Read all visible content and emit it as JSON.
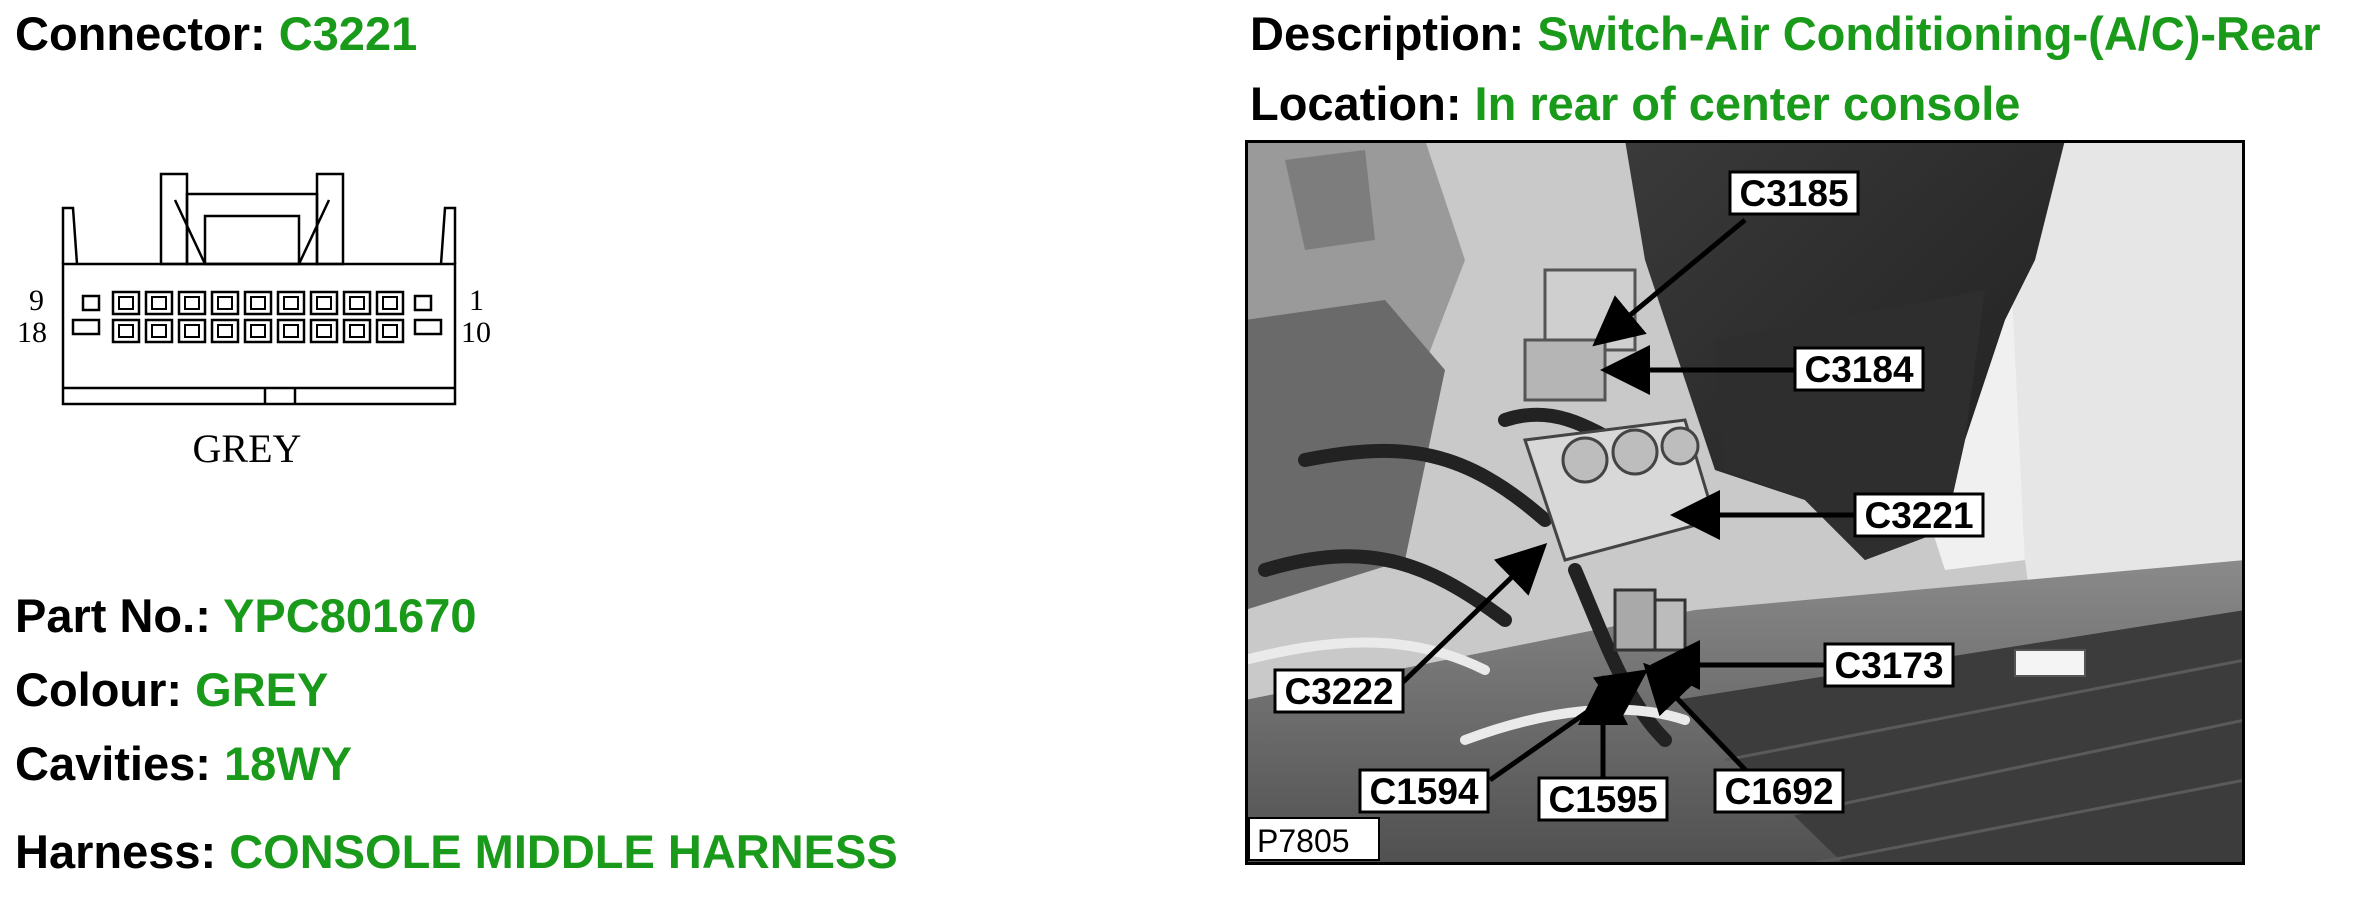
{
  "connector": {
    "label": "Connector:",
    "value": "C3221"
  },
  "description": {
    "label": "Description:",
    "value": "Switch-Air Conditioning-(A/C)-Rear"
  },
  "location": {
    "label": "Location:",
    "value": "In rear of center console"
  },
  "diagram": {
    "color_label": "GREY",
    "pin_top_left": "9",
    "pin_bottom_left": "18",
    "pin_top_right": "1",
    "pin_bottom_right": "10"
  },
  "details": {
    "part_no": {
      "label": "Part No.:",
      "value": "YPC801670"
    },
    "colour": {
      "label": "Colour:",
      "value": "GREY"
    },
    "cavities": {
      "label": "Cavities:",
      "value": "18WY"
    },
    "harness": {
      "label": "Harness:",
      "value": "CONSOLE MIDDLE HARNESS"
    }
  },
  "photo": {
    "ref": "P7805",
    "callouts": [
      "C3185",
      "C3184",
      "C3221",
      "C3222",
      "C3173",
      "C1594",
      "C1595",
      "C1692"
    ]
  },
  "colors": {
    "value_green": "#1a9a1a"
  }
}
